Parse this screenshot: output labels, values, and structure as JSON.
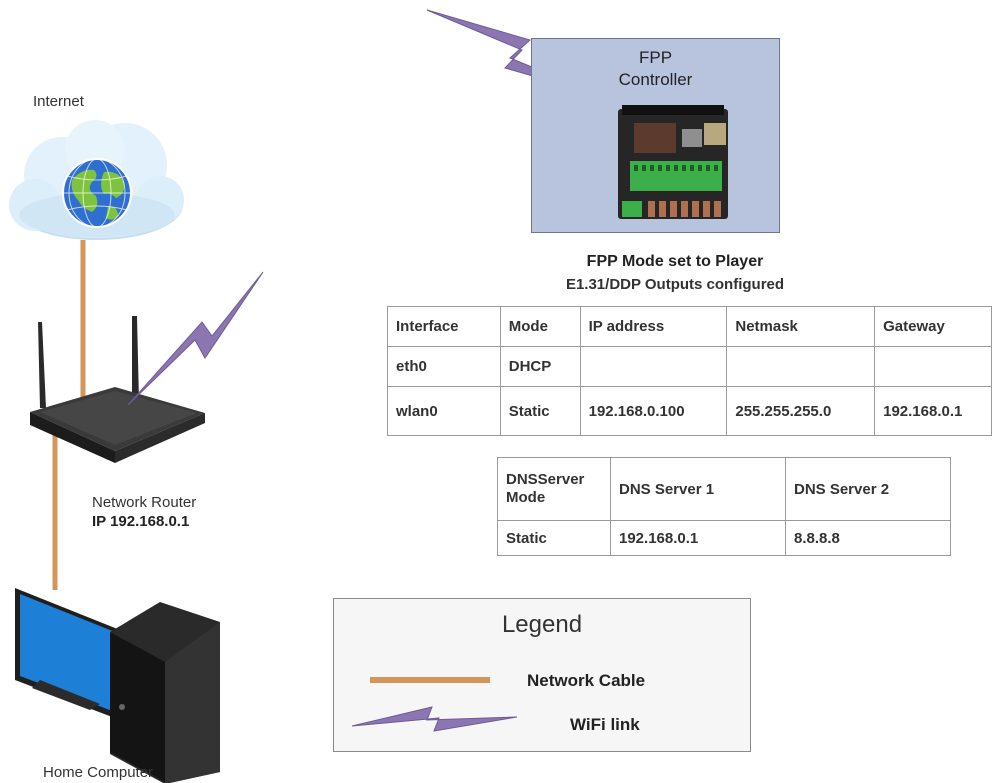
{
  "labels": {
    "internet": "Internet",
    "router_name": "Network Router",
    "router_ip": "IP 192.168.0.1",
    "home_computer": "Home Computer"
  },
  "controller": {
    "title_line1": "FPP",
    "title_line2": "Controller"
  },
  "mode": {
    "line1": "FPP Mode set to Player",
    "line2": "E1.31/DDP Outputs configured"
  },
  "interfaces_table": {
    "headers": [
      "Interface",
      "Mode",
      "IP address",
      "Netmask",
      "Gateway"
    ],
    "rows": [
      [
        "eth0",
        "DHCP",
        "",
        "",
        ""
      ],
      [
        "wlan0",
        "Static",
        "192.168.0.100",
        "255.255.255.0",
        "192.168.0.1"
      ]
    ]
  },
  "dns_table": {
    "headers": [
      "DNSServer Mode",
      "DNS Server 1",
      "DNS Server 2"
    ],
    "rows": [
      [
        "Static",
        "192.168.0.1",
        "8.8.8.8"
      ]
    ]
  },
  "legend": {
    "title": "Legend",
    "cable_label": "Network Cable",
    "wifi_label": "WiFi link"
  },
  "colors": {
    "cable": "#d4955a",
    "wifi": "#8b76b2",
    "controller_bg": "#b8c4de",
    "pcb": "#2a2a2a",
    "terminal": "#3cae4a"
  }
}
